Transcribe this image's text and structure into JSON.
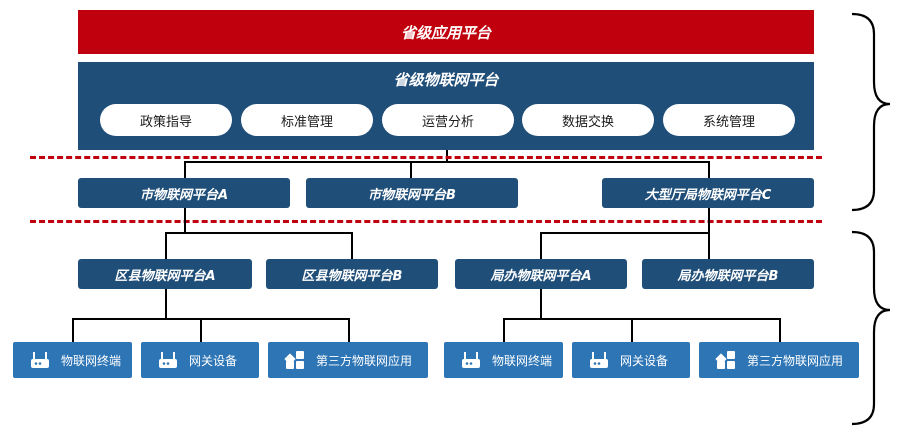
{
  "provincial_app": "省级应用平台",
  "provincial_iot": {
    "title": "省级物联网平台",
    "modules": [
      "政策指导",
      "标准管理",
      "运营分析",
      "数据交换",
      "系统管理"
    ]
  },
  "city_platforms": [
    "市物联网平台A",
    "市物联网平台B",
    "大型厅局物联网平台C"
  ],
  "district_platforms": [
    "区县物联网平台A",
    "区县物联网平台B",
    "局办物联网平台A",
    "局办物联网平台B"
  ],
  "devices_left": [
    {
      "label": "物联网终端",
      "icon": "router-icon"
    },
    {
      "label": "网关设备",
      "icon": "gateway-icon"
    },
    {
      "label": "第三方物联网应用",
      "icon": "app-grid-icon"
    }
  ],
  "devices_right": [
    {
      "label": "物联网终端",
      "icon": "router-icon"
    },
    {
      "label": "网关设备",
      "icon": "gateway-icon"
    },
    {
      "label": "第三方物联网应用",
      "icon": "app-grid-icon"
    }
  ],
  "colors": {
    "red": "#c0000c",
    "navy": "#1f4e79",
    "blue": "#2e75b6"
  }
}
